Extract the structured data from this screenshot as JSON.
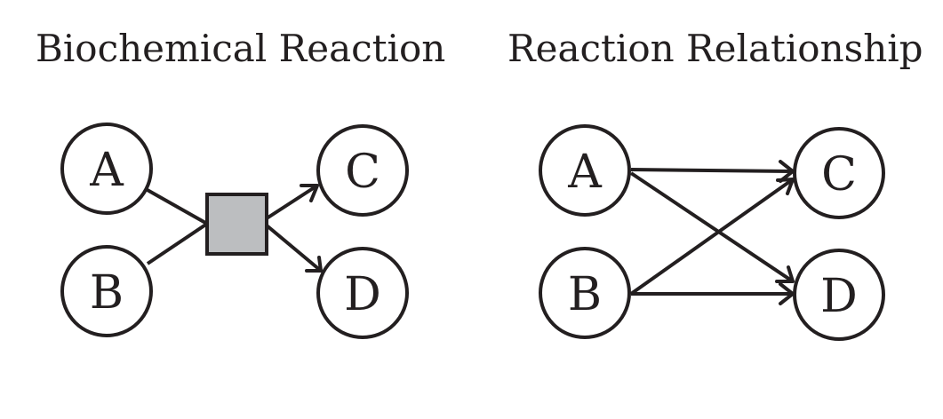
{
  "diagrams": [
    {
      "title": "Biochemical Reaction",
      "nodes": [
        "A",
        "B",
        "C",
        "D"
      ],
      "edges": [
        {
          "from": "A",
          "to": "reaction",
          "arrow": false
        },
        {
          "from": "B",
          "to": "reaction",
          "arrow": false
        },
        {
          "from": "reaction",
          "to": "C",
          "arrow": true
        },
        {
          "from": "reaction",
          "to": "D",
          "arrow": true
        }
      ],
      "reaction_node_color": "#bcbec0"
    },
    {
      "title": "Reaction Relationship",
      "nodes": [
        "A",
        "B",
        "C",
        "D"
      ],
      "edges": [
        {
          "from": "A",
          "to": "C",
          "arrow": true
        },
        {
          "from": "A",
          "to": "D",
          "arrow": true
        },
        {
          "from": "B",
          "to": "C",
          "arrow": true
        },
        {
          "from": "B",
          "to": "D",
          "arrow": true
        }
      ]
    }
  ],
  "colors": {
    "stroke": "#231f20",
    "background": "#ffffff"
  }
}
